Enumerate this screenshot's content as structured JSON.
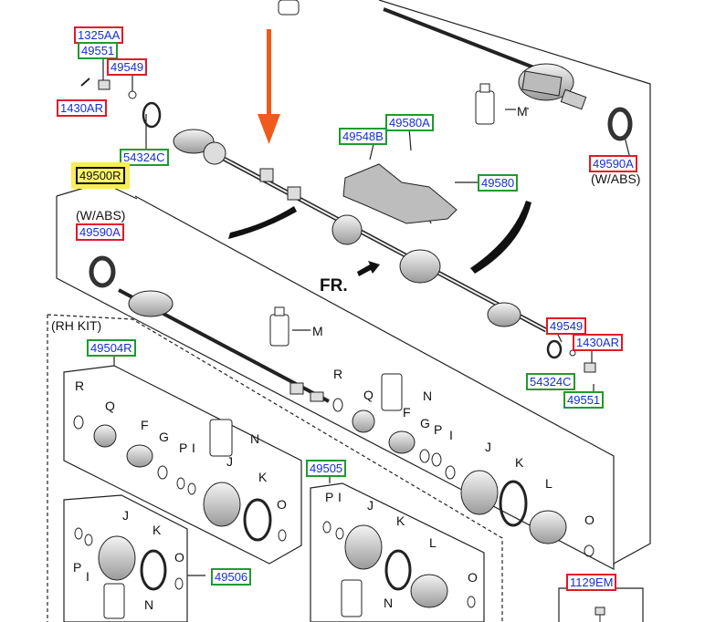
{
  "part_labels": {
    "p1325AA": "1325AA",
    "p49551_top": "49551",
    "p49549_top": "49549",
    "p1430AR_top": "1430AR",
    "p54324C_top": "54324C",
    "p49500R": "49500R",
    "p49590A_left": "49590A",
    "p49580A": "49580A",
    "p49548B": "49548B",
    "p49580": "49580",
    "p49590A_right": "49590A",
    "p49549_right": "49549",
    "p1430AR_right": "1430AR",
    "p54324C_right": "54324C",
    "p49551_right": "49551",
    "p49504R": "49504R",
    "p49505": "49505",
    "p49506": "49506",
    "p1129EM": "1129EM"
  },
  "notes": {
    "wabs_left": "(W/ABS)",
    "wabs_right": "(W/ABS)",
    "rh_kit": "(RH KIT)",
    "direction": "FR."
  },
  "letters": {
    "m_top": "M",
    "m_mid": "M",
    "r1": "R",
    "q1": "Q",
    "f1": "F",
    "g1": "G",
    "p1": "P",
    "i1": "I",
    "j1": "J",
    "n1": "N",
    "k1": "K",
    "o1": "O",
    "r2": "R",
    "q2": "Q",
    "n2": "N",
    "f2": "F",
    "g2": "G",
    "p2": "P",
    "i2": "I",
    "j2": "J",
    "k2": "K",
    "l2": "L",
    "o2": "O",
    "p3": "P",
    "i3": "I",
    "j3": "J",
    "k3": "K",
    "l3": "L",
    "o3": "O",
    "n3": "N",
    "j4": "J",
    "k4": "K",
    "p4": "P",
    "i4": "I",
    "o4": "O",
    "n4": "N"
  },
  "colors": {
    "red_border": "#e0192a",
    "green_border": "#1f9a2e",
    "label_text": "#1530d0",
    "highlight": "#fdf66a",
    "arrow": "#f05a1a"
  }
}
